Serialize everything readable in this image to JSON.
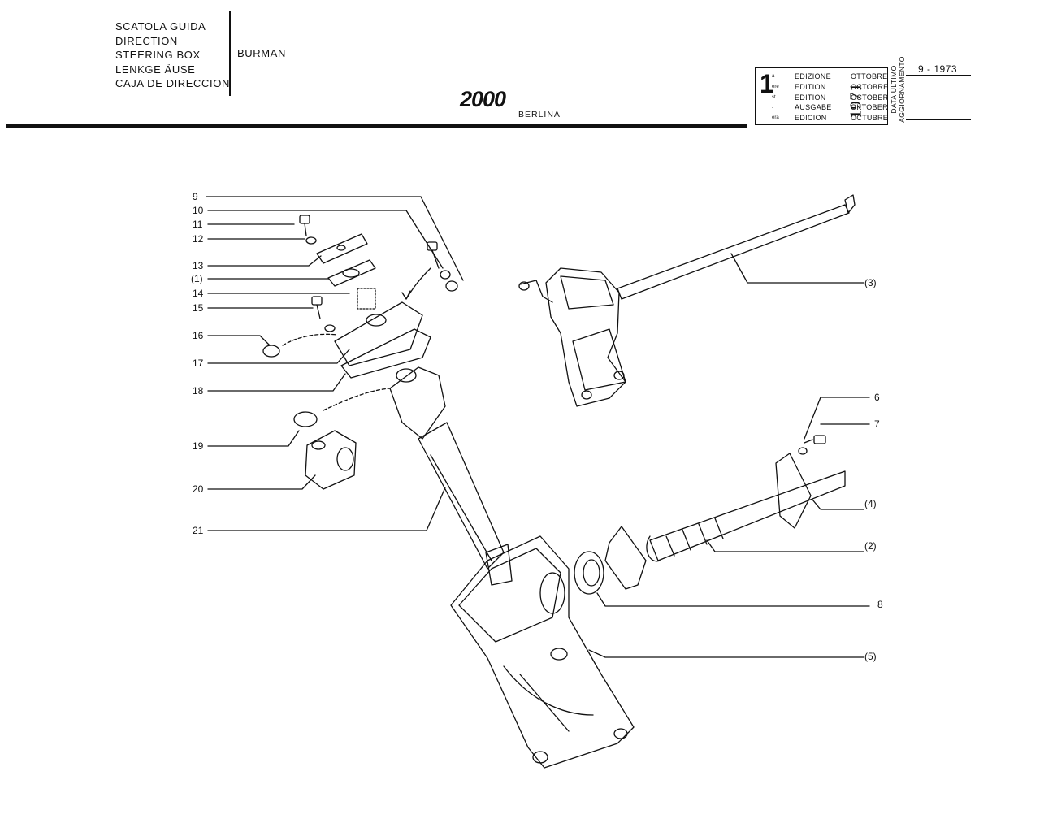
{
  "header": {
    "titles": [
      "SCATOLA GUIDA",
      "DIRECTION",
      "STEERING BOX",
      "LENKGE ÄUSE",
      "CAJA DE DIRECCION"
    ],
    "brand": "BURMAN",
    "model": "2000",
    "variant": "BERLINA"
  },
  "edition_box": {
    "number": "1",
    "ordinals": [
      "a",
      "ere",
      "st",
      ".",
      "era"
    ],
    "words": [
      "EDIZIONE",
      "EDITION",
      "EDITION",
      "AUSGABE",
      "EDICION"
    ],
    "year": "1971",
    "months": [
      "OTTOBRE",
      "OCTOBRE",
      "OCTOBER",
      "OKTOBER",
      "OCTUBRE"
    ],
    "update_label": [
      "DATA ULTIMO",
      "AGGIORNAMENTO"
    ],
    "update_date": "9 - 1973"
  },
  "callouts": [
    "9",
    "10",
    "11",
    "12",
    "13",
    "(1)",
    "14",
    "15",
    "16",
    "17",
    "18",
    "19",
    "20",
    "21",
    "(3)",
    "6",
    "7",
    "(4)",
    "(2)",
    "8",
    "(5)"
  ]
}
